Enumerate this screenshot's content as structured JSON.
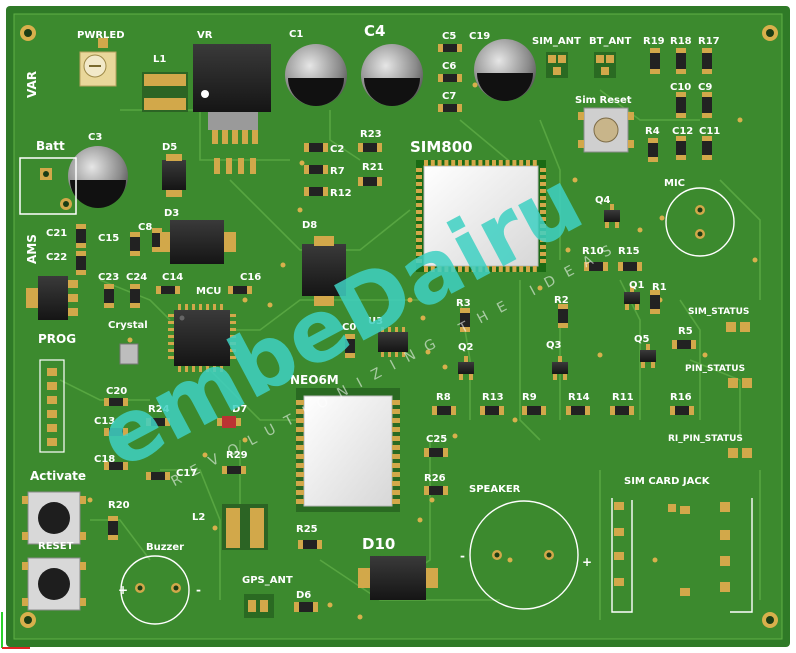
{
  "board": {
    "colors": {
      "mask": "#3c8a2e",
      "mask_dark": "#2e7424",
      "trace": "#56a53f",
      "pad": "#d2a84a",
      "silk": "#ffffff",
      "watermark": "#3fd1c3"
    }
  },
  "labels": {
    "pwrled": "PWRLED",
    "var": "VAR",
    "l1": "L1",
    "vr": "VR",
    "c1": "C1",
    "c4": "C4",
    "c5": "C5",
    "c19": "C19",
    "c6": "C6",
    "c7": "C7",
    "sim_ant": "SIM_ANT",
    "bt_ant": "BT_ANT",
    "r19": "R19",
    "r18": "R18",
    "r17": "R17",
    "c10": "C10",
    "c9": "C9",
    "sim_reset": "Sim Reset",
    "r4": "R4",
    "c12": "C12",
    "c11": "C11",
    "batt": "Batt",
    "c3": "C3",
    "d5": "D5",
    "c2": "C2",
    "r23": "R23",
    "r7": "R7",
    "r21": "R21",
    "r12": "R12",
    "sim800": "SIM800",
    "q4": "Q4",
    "mic": "MIC",
    "ams": "AMS",
    "c21": "C21",
    "c22": "C22",
    "c15": "C15",
    "c8": "C8",
    "d3": "D3",
    "d8": "D8",
    "r10": "R10",
    "r15": "R15",
    "c23": "C23",
    "c24": "C24",
    "c14": "C14",
    "c16": "C16",
    "mcu": "MCU",
    "q1": "Q1",
    "r1": "R1",
    "r3": "R3",
    "r2": "R2",
    "sim_status": "SIM_STATUS",
    "prog": "PROG",
    "crystal": "Crystal",
    "c0": "C0",
    "u3": "U3",
    "r5": "R5",
    "q2": "Q2",
    "q3": "Q3",
    "q5": "Q5",
    "pin_status": "PIN_STATUS",
    "neo6m": "NEO6M",
    "c20": "C20",
    "r24": "R24",
    "d7": "D7",
    "c13": "C13",
    "r8": "R8",
    "r13": "R13",
    "r9": "R9",
    "r14": "R14",
    "r11": "R11",
    "r16": "R16",
    "ri_pin_status": "RI_PIN_STATUS",
    "c25": "C25",
    "c18": "C18",
    "r29": "R29",
    "c17": "C17",
    "activate": "Activate",
    "r26": "R26",
    "speaker": "SPEAKER",
    "sim_card_jack": "SIM CARD JACK",
    "r20": "R20",
    "reset": "RESET",
    "l2": "L2",
    "r25": "R25",
    "buzzer": "Buzzer",
    "d10": "D10",
    "gps_ant": "GPS_ANT",
    "d6": "D6",
    "plus": "+",
    "minus": "-"
  },
  "watermark": {
    "brand": "embeDairu",
    "tagline": "REVOLUTIONIZING THE IDEAS"
  }
}
